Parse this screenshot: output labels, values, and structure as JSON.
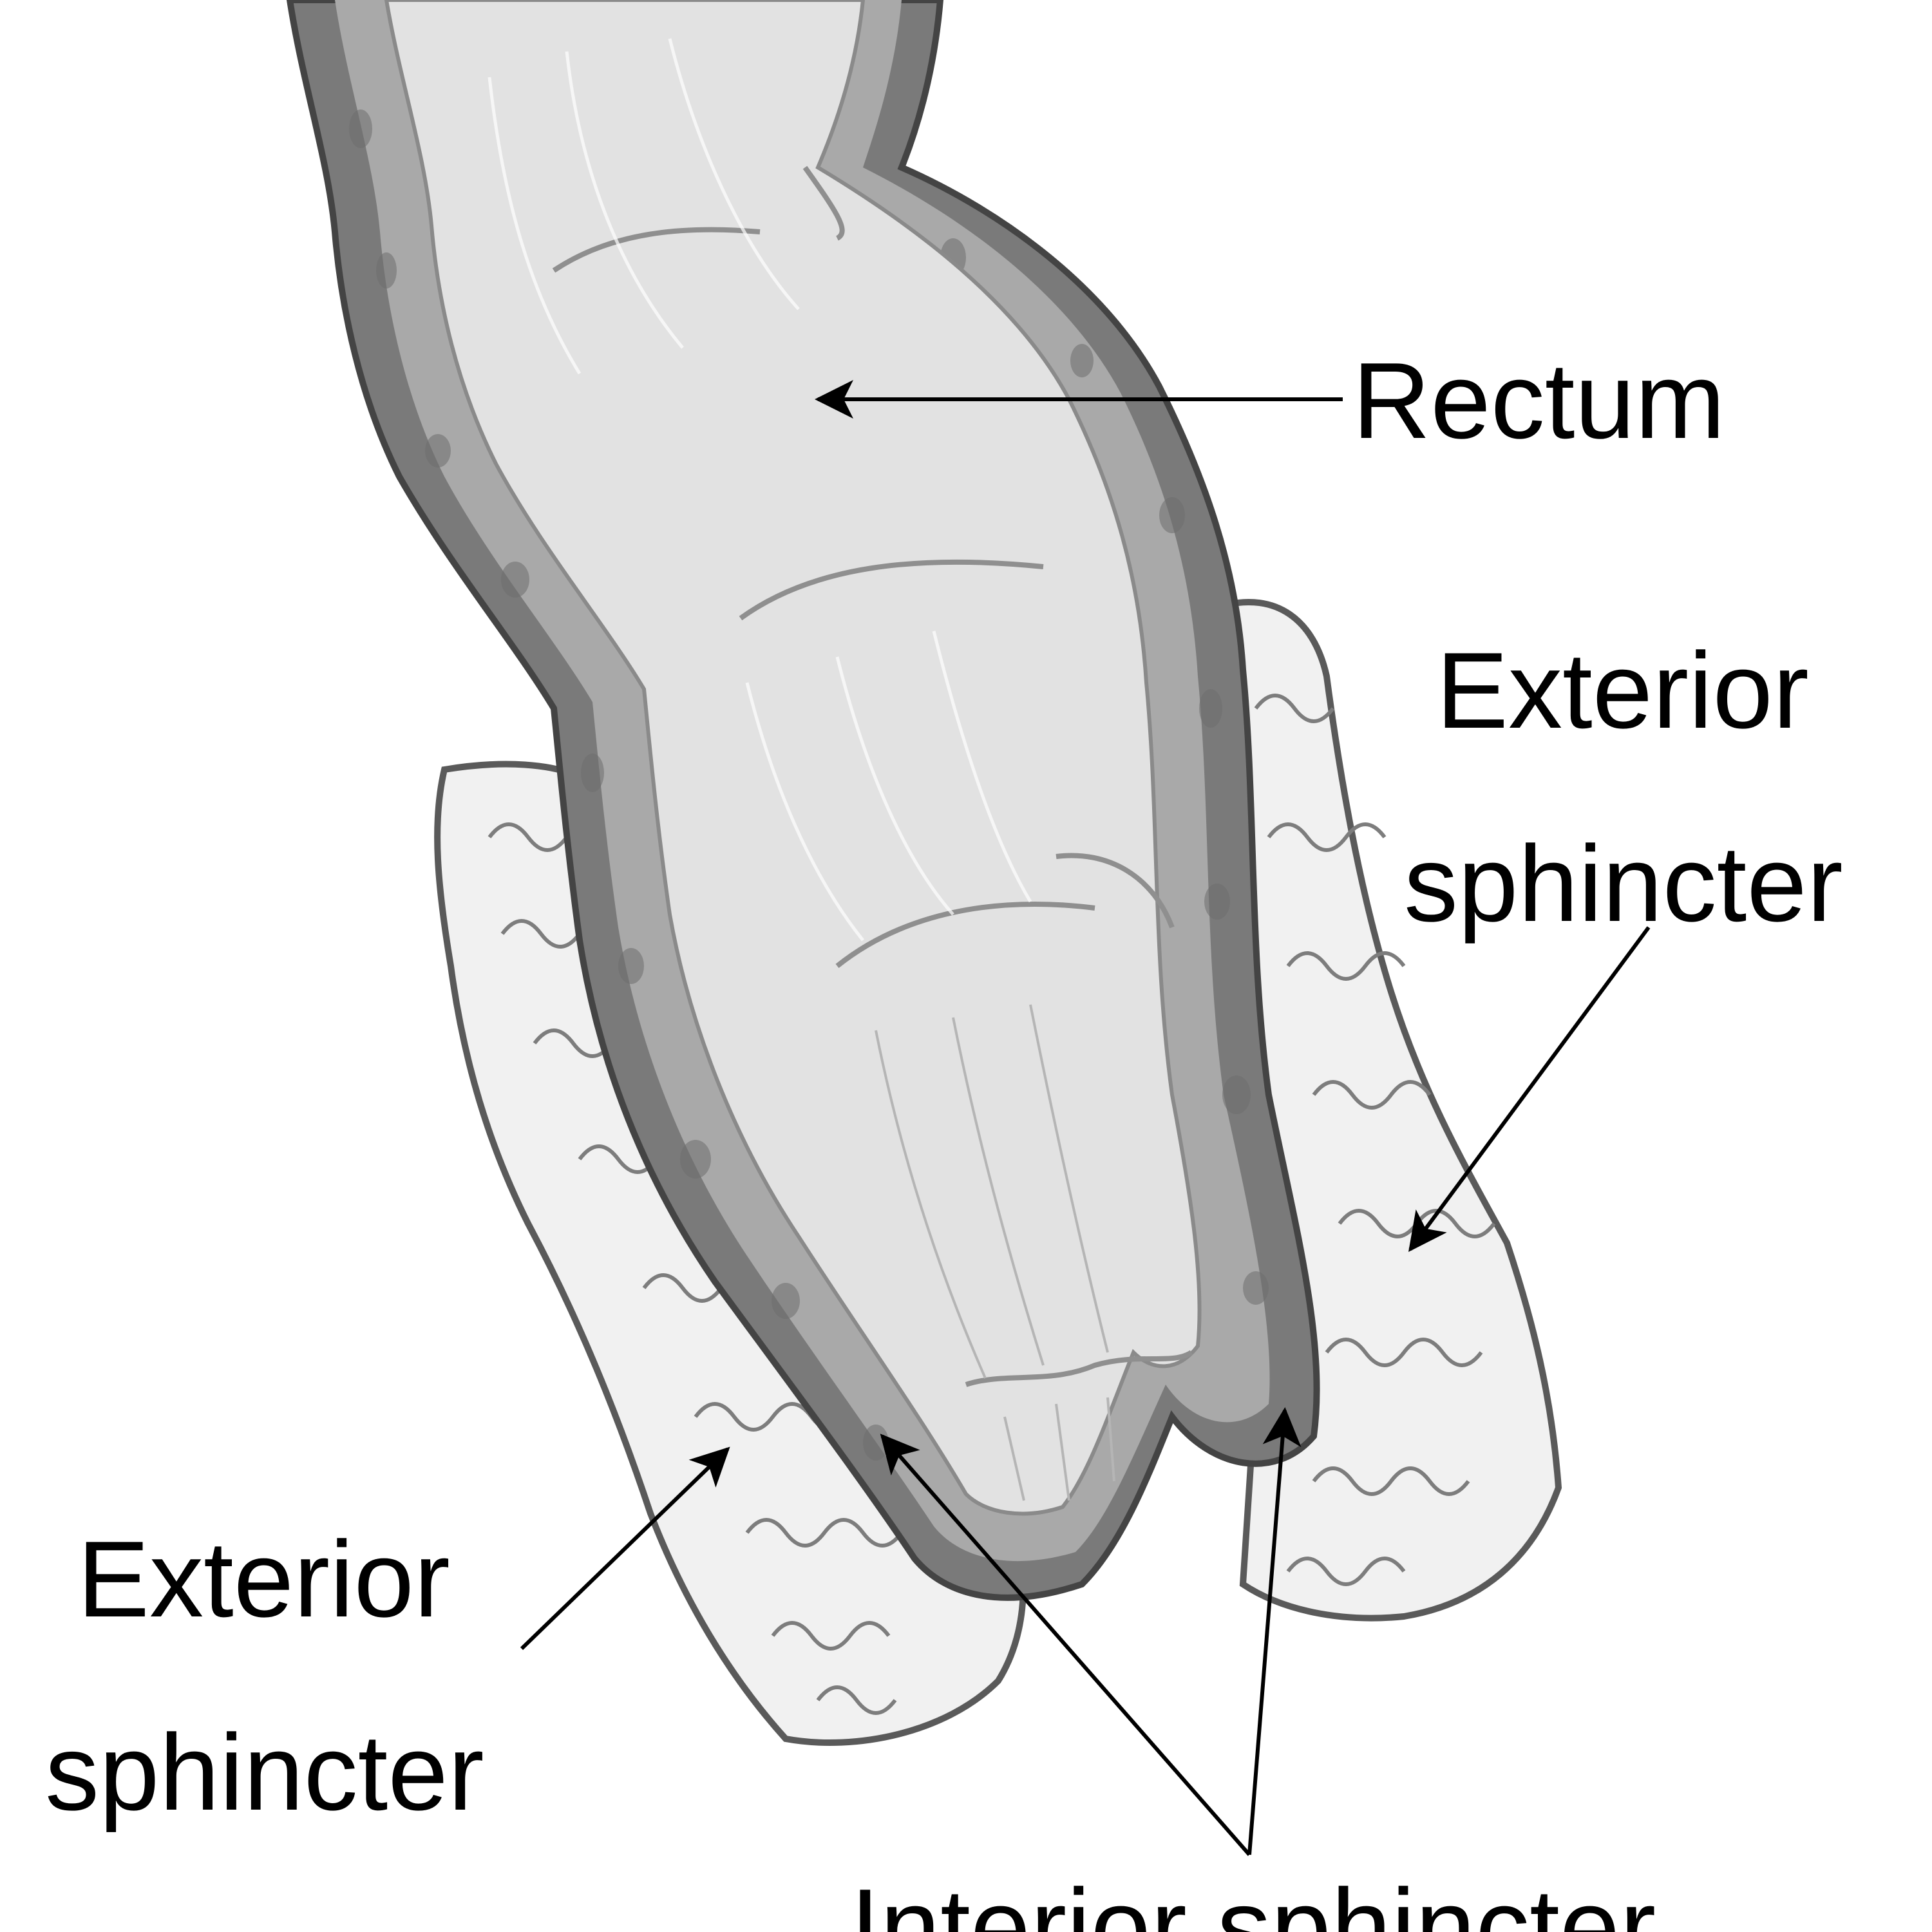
{
  "diagram": {
    "labels": {
      "rectum": "Rectum",
      "exterior_sphincter_right_line1": "Exterior",
      "exterior_sphincter_right_line2": "sphincter",
      "exterior_sphincter_left_line1": "Exterior",
      "exterior_sphincter_left_line2": "sphincter",
      "interior_sphincter": "Interior sphincter"
    },
    "colors": {
      "line": "#000000",
      "lumen": "#e2e2e2",
      "wall": "#7a7a7a",
      "background": "#ffffff"
    }
  }
}
